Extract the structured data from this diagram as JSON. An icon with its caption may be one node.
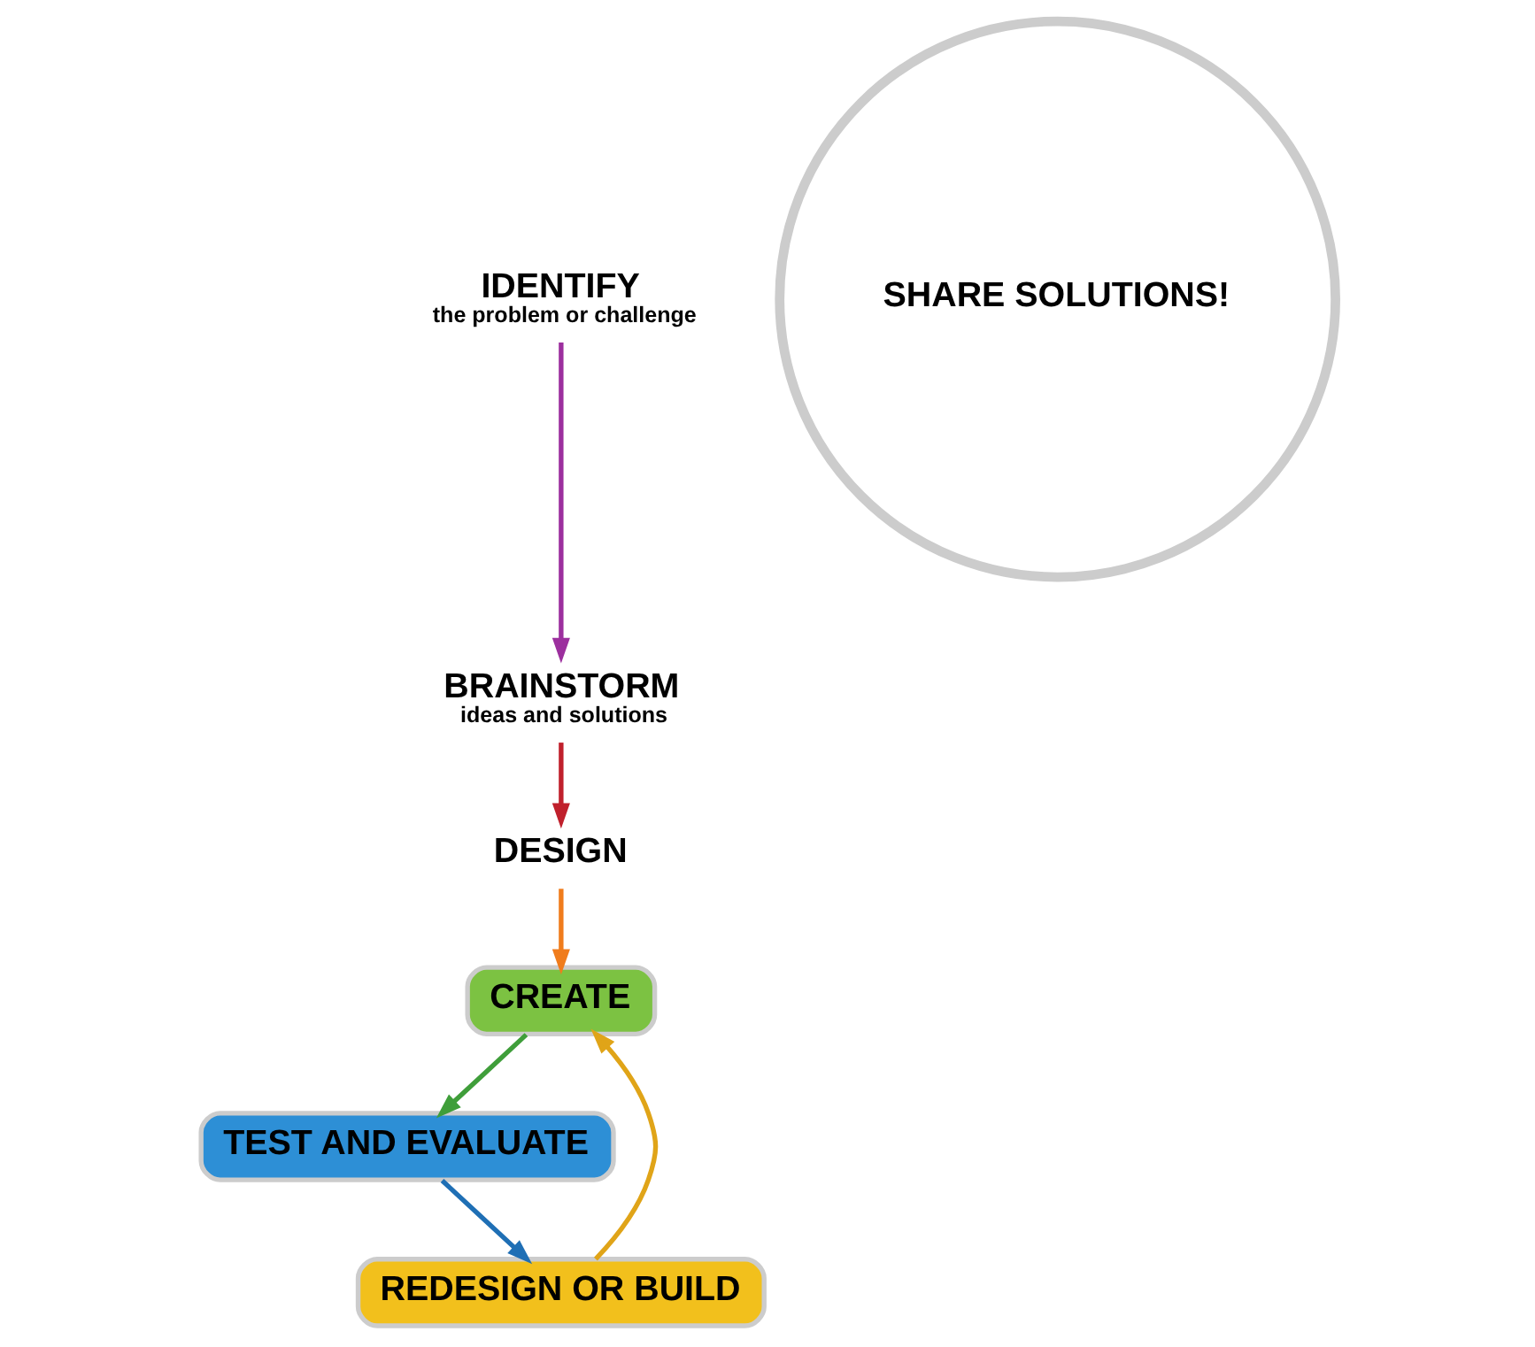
{
  "diagram": {
    "nodes": [
      {
        "text": [
          "IDENTIFY",
          "the problem or challenge"
        ]
      },
      {
        "text": [
          "BRAINSTORM",
          "ideas and solutions"
        ]
      },
      {
        "text": [
          "DESIGN"
        ]
      },
      {
        "text": [
          "CREATE"
        ]
      },
      {
        "text": [
          "TEST AND EVALUATE"
        ]
      },
      {
        "text": [
          "REDESIGN OR BUILD"
        ]
      },
      {
        "text": [
          "SHARE SOLUTIONS!"
        ]
      }
    ],
    "edges": [
      {
        "from": 0,
        "to": 1,
        "arrow": "to",
        "color": "#9c2f9e"
      },
      {
        "from": 1,
        "to": 2,
        "arrow": "to",
        "color": "#c0202c"
      },
      {
        "from": 2,
        "to": 3,
        "arrow": "to",
        "color": "#f07c1c"
      },
      {
        "from": 3,
        "to": 4,
        "arrow": "to",
        "color": "#3f9e3a"
      },
      {
        "from": 4,
        "to": 5,
        "arrow": "to",
        "color": "#1f6fb5"
      },
      {
        "from": 5,
        "to": 3,
        "arrow": "to",
        "color": "#e0a418"
      }
    ]
  }
}
